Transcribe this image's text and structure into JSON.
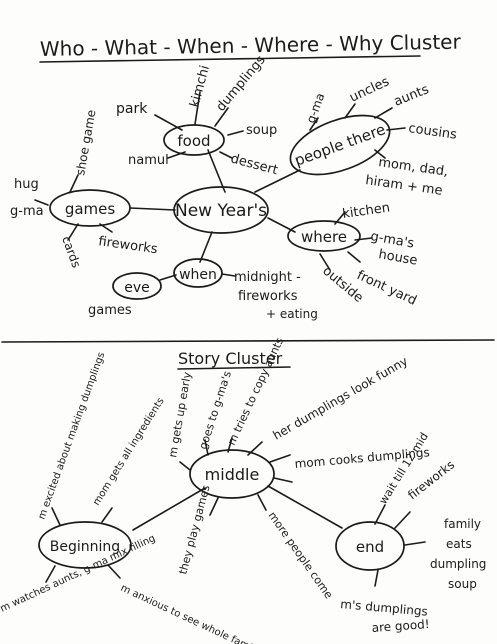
{
  "cluster1": {
    "title": "Who - What - When - Where - Why Cluster",
    "center": "New Year's",
    "food": {
      "label": "food",
      "items": [
        "park",
        "kimchi",
        "dumplings",
        "soup",
        "dessert",
        "namul"
      ]
    },
    "people": {
      "label": "people there",
      "items": [
        "g-ma",
        "uncles",
        "aunts",
        "cousins",
        "mom, dad,",
        "hiram + me"
      ]
    },
    "games": {
      "label": "games",
      "items": [
        "hug",
        "g-ma",
        "shoe game",
        "cards",
        "fireworks"
      ]
    },
    "where": {
      "label": "where",
      "items": [
        "kitchen",
        "g-ma's",
        "house",
        "front yard",
        "outside"
      ]
    },
    "when": {
      "label": "when",
      "items": [
        "midnight -",
        "fireworks",
        "+ eating"
      ]
    },
    "eve": {
      "label": "eve",
      "items": [
        "games"
      ]
    }
  },
  "cluster2": {
    "title": "Story Cluster",
    "middle": {
      "label": "middle",
      "items": [
        "goes to g-ma's",
        "m tries to copy aunts",
        "her dumplings look funny",
        "mom cooks dumplings",
        "more people come",
        "they play games",
        "m gets up early"
      ]
    },
    "beginning": {
      "label": "Beginning",
      "items": [
        "m excited about making dumplings",
        "mom gets all ingredients",
        "m watches aunts, g-ma mix filling",
        "m anxious to see whole family"
      ]
    },
    "end": {
      "label": "end",
      "items": [
        "wait till 12 mid",
        "fireworks",
        "family",
        "eats",
        "dumpling",
        "soup",
        "m's dumplings",
        "are good!"
      ]
    }
  },
  "colors": {
    "ink": "#1b1b1b",
    "paper": "#fdfdfb"
  }
}
